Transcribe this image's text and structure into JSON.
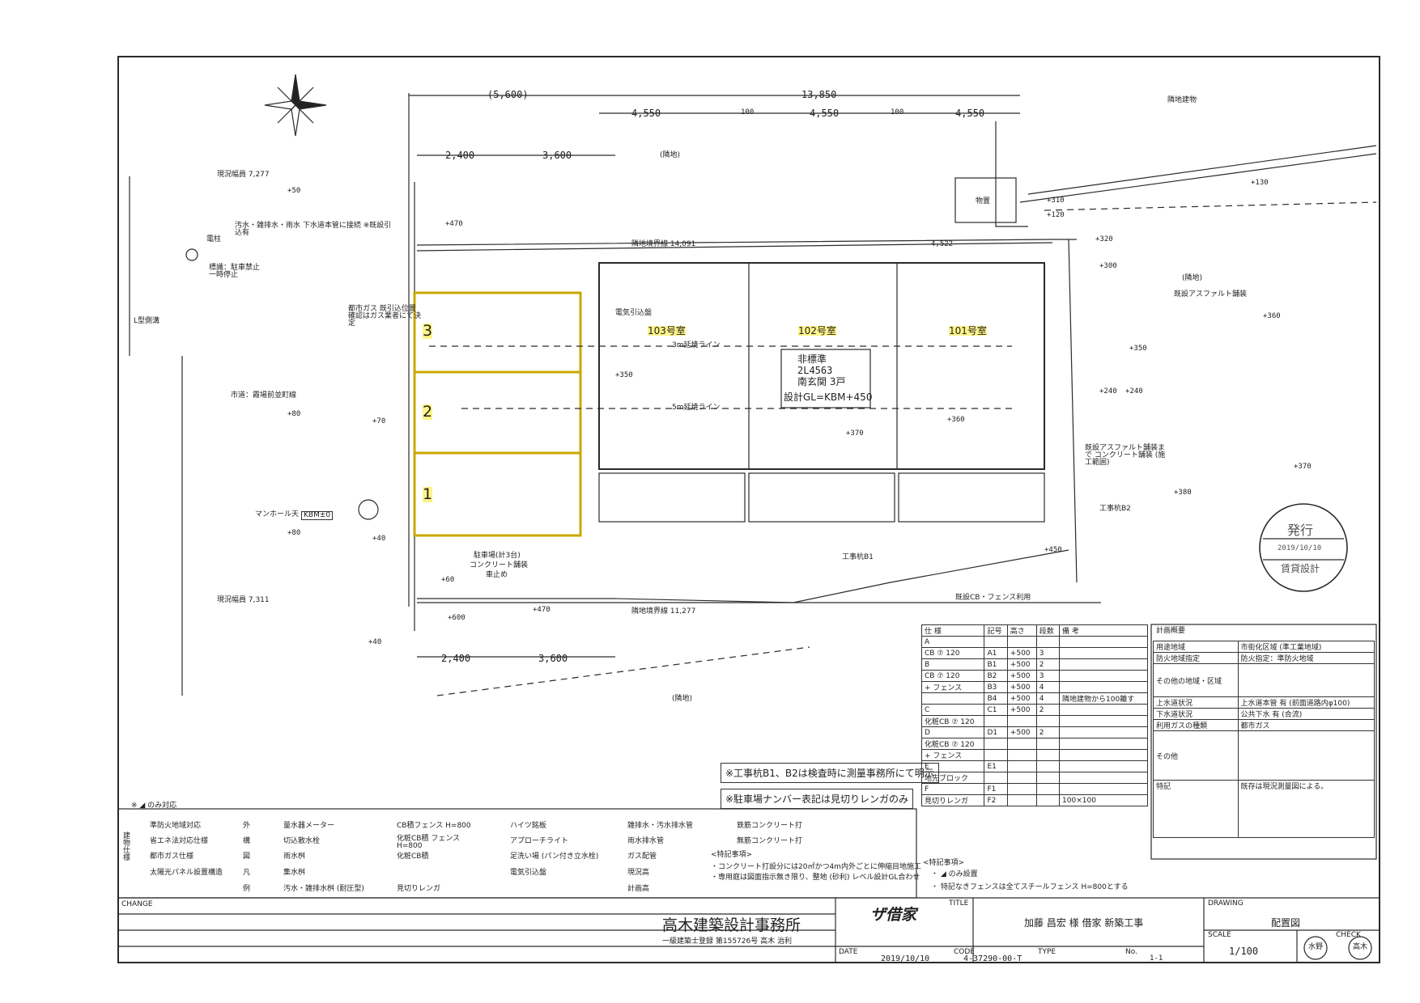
{
  "colors": {
    "line": "#2a2a2a",
    "highlight": "#ffe828",
    "paper": "#ffffff"
  },
  "icons": [
    "north-arrow-icon",
    "manhole-icon",
    "utility-pole-icon",
    "stamp-icon"
  ],
  "plan": {
    "dims_top": [
      "(5,600)",
      "13,850",
      "4,550",
      "100",
      "4,550",
      "100",
      "4,550",
      "2,400",
      "3,600"
    ],
    "dims_bottom": [
      "2,400",
      "3,600"
    ],
    "neighbors": {
      "top": "(隣地)",
      "topright": "隣地建物",
      "bottom": "(隣地)",
      "right": "(隣地)"
    },
    "units": [
      {
        "label": "103号室"
      },
      {
        "label": "102号室"
      },
      {
        "label": "101号室"
      }
    ],
    "building_info": [
      "非標準",
      "2L4563",
      "南玄関 3戸",
      "設計GL=KBM+450"
    ],
    "parking": [
      {
        "label": "3"
      },
      {
        "label": "2"
      },
      {
        "label": "1"
      }
    ],
    "parking_note": [
      "駐車場(計3台)",
      "コンクリート舗装",
      "車止め"
    ],
    "boundary": {
      "north": "隣地境界線 14,091",
      "north2": "4,522",
      "south": "隣地境界線 11,277",
      "west_top": "現況幅員 7,277",
      "west_bottom": "現況幅員 7,311",
      "road": "市道：霞場前並町線",
      "sewer": "汚水・雑排水・雨水 下水道本管に接続 ※既設引込有",
      "gas": "都市ガス 既引込位置確認はガス業者にて決定",
      "manhole": "マンホール天",
      "manhole_val": "KBM±0",
      "asphalt": "既設アスファルト舗装",
      "asphalt2": "既設アスファルト舗装まで コンクリート舗装 (施工範囲)",
      "storage": "物置",
      "lshape": "L型側溝",
      "pole": "電柱",
      "sign": "標識：駐車禁止 一時停止",
      "elec": "電気引込盤",
      "kojikui": "工事杭B2",
      "kojikui1": "工事杭B1",
      "fence_note": "既設CB・フェンス利用",
      "line3m": "3m延焼ライン",
      "line5m": "5m延焼ライン"
    },
    "levels": [
      "+50",
      "+80",
      "+80",
      "+70",
      "+40",
      "+40",
      "+60",
      "+600",
      "+470",
      "+470",
      "+350",
      "+370",
      "+360",
      "+240",
      "+320",
      "+300",
      "+310",
      "+120",
      "+130",
      "+360",
      "+350",
      "+240",
      "+380",
      "+370",
      "+450"
    ]
  },
  "notes": {
    "n1": "※工事杭B1、B2は検査時に測量事務所にて明示",
    "n2": "※駐車場ナンバー表記は見切りレンガのみ"
  },
  "stamp": {
    "title": "発行",
    "date": "2019/10/10",
    "company": "賃貸設計"
  },
  "spec_table": {
    "headers": [
      "仕 様",
      "記号",
      "高さ",
      "段数",
      "備 考"
    ],
    "rows": [
      [
        "A",
        "",
        "",
        "",
        ""
      ],
      [
        "CB ⑦ 120",
        "A1",
        "+500",
        "3",
        ""
      ],
      [
        "B",
        "B1",
        "+500",
        "2",
        ""
      ],
      [
        "CB ⑦ 120",
        "B2",
        "+500",
        "3",
        ""
      ],
      [
        "+ フェンス",
        "B3",
        "+500",
        "4",
        ""
      ],
      [
        "",
        "B4",
        "+500",
        "4",
        "隣地建物から100離す"
      ],
      [
        "C",
        "C1",
        "+500",
        "2",
        ""
      ],
      [
        "化粧CB ⑦ 120",
        "",
        "",
        "",
        ""
      ],
      [
        "D",
        "D1",
        "+500",
        "2",
        ""
      ],
      [
        "化粧CB ⑦ 120",
        "",
        "",
        "",
        ""
      ],
      [
        "+ フェンス",
        "",
        "",
        "",
        ""
      ],
      [
        "E",
        "E1",
        "",
        "",
        ""
      ],
      [
        "地先ブロック",
        "",
        "",
        "",
        ""
      ],
      [
        "F",
        "F1",
        "",
        "",
        ""
      ],
      [
        "見切りレンガ",
        "F2",
        "",
        "",
        "100×100"
      ]
    ],
    "notes": [
      "<特記事項>",
      "・ ◢ のみ設置",
      "・ 特記なきフェンスは全てスチールフェンス H=800とする"
    ]
  },
  "plan_summary": {
    "title": "計画概要",
    "rows": [
      [
        "用途地域",
        "市街化区域 (準工業地域)"
      ],
      [
        "防火地域指定",
        "防火指定：準防火地域"
      ],
      [
        "その他の地域・区域",
        ""
      ],
      [
        "上水道状況",
        "上水道本管 有 (前面道路内φ100)"
      ],
      [
        "下水道状況",
        "公共下水 有 (合流)"
      ],
      [
        "利用ガスの種類",
        "都市ガス"
      ],
      [
        "その他",
        ""
      ],
      [
        "特記",
        "既存は現況測量図による。"
      ]
    ]
  },
  "legend": {
    "header": "※ ◢ のみ対応",
    "left": [
      "準防火地域対応",
      "省エネ法対応仕様",
      "都市ガス仕様",
      "太陽光パネル設置構造"
    ],
    "left_title": "建物仕様",
    "col_title": [
      "外",
      "構",
      "図",
      "凡",
      "例"
    ],
    "items": [
      [
        "量水器メーター",
        "CB積フェンス H=800",
        "ハイツ銘板",
        "雑排水・汚水排水管",
        "鉄筋コンクリート打"
      ],
      [
        "切込散水栓",
        "化粧CB積 フェンス H=800",
        "アプローチライト",
        "雨水排水管",
        "無筋コンクリート打"
      ],
      [
        "雨水桝",
        "化粧CB積",
        "足洗い場 (パン付き立水栓)",
        "ガス配管",
        "<特記事項>"
      ],
      [
        "集水桝",
        "",
        "電気引込盤",
        "現況高",
        "・コンクリート打設分には20㎡かつ4m内外ごとに伸縮目地施工"
      ],
      [
        "汚水・雑排水桝 (耐圧型)",
        "見切りレンガ",
        "",
        "計画高",
        "・専用庭は図面指示無き限り、整地 (砂利) レベル設計GL合わせ"
      ]
    ]
  },
  "title_block": {
    "change_label": "CHANGE",
    "office": "高木建築設計事務所",
    "license": "一級建築士登録 第155726号 高木 治利",
    "logo": "ザ借家",
    "title_label": "TITLE",
    "title": "加藤 昌宏 様 借家 新築工事",
    "drawing_label": "DRAWING",
    "drawing": "配置図",
    "date_label": "DATE",
    "date": "2019/10/10",
    "code_label": "CODE",
    "code": "4-37290-00-T",
    "type_label": "TYPE",
    "no_label": "No.",
    "no": "1-1",
    "scale_label": "SCALE",
    "scale": "1/100",
    "check_label": "CHECK",
    "stamp1": "水野",
    "stamp2": "高木"
  }
}
